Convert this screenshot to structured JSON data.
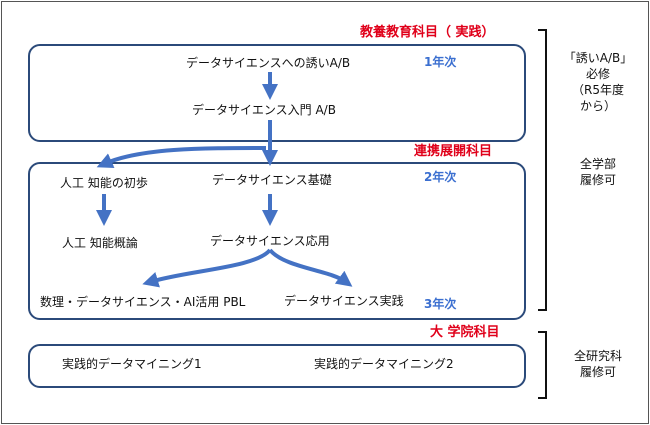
{
  "categories": {
    "general": "教養教育科目（ 実践）",
    "linked": "連携展開科目",
    "graduate": "大 学院科目"
  },
  "years": {
    "y1": "1年次",
    "y2": "2年次",
    "y3": "3年次"
  },
  "courses": {
    "invitation": "データサイエンスへの誘いA/B",
    "intro": "データサイエンス入門 A/B",
    "ai_basics": "人工 知能の初歩",
    "ds_basics": "データサイエンス基礎",
    "ai_overview": "人工 知能概論",
    "ds_applied": "データサイエンス応用",
    "ai_pbl": "数理・データサイエンス・AI活用 PBL",
    "ds_practice": "データサイエンス実践",
    "mining1": "実践的データマイニング1",
    "mining2": "実践的データマイニング2"
  },
  "side_notes": {
    "required_upper": "「誘いA/B」\n必修\n（R5年度\nから）",
    "all_faculty": "全学部\n履修可",
    "all_graduate": "全研究科\n履修可"
  },
  "colors": {
    "arrow": "#4472c4",
    "category": "#e0001a",
    "year": "#3b6fd0",
    "box_border": "#2b4a7a"
  }
}
